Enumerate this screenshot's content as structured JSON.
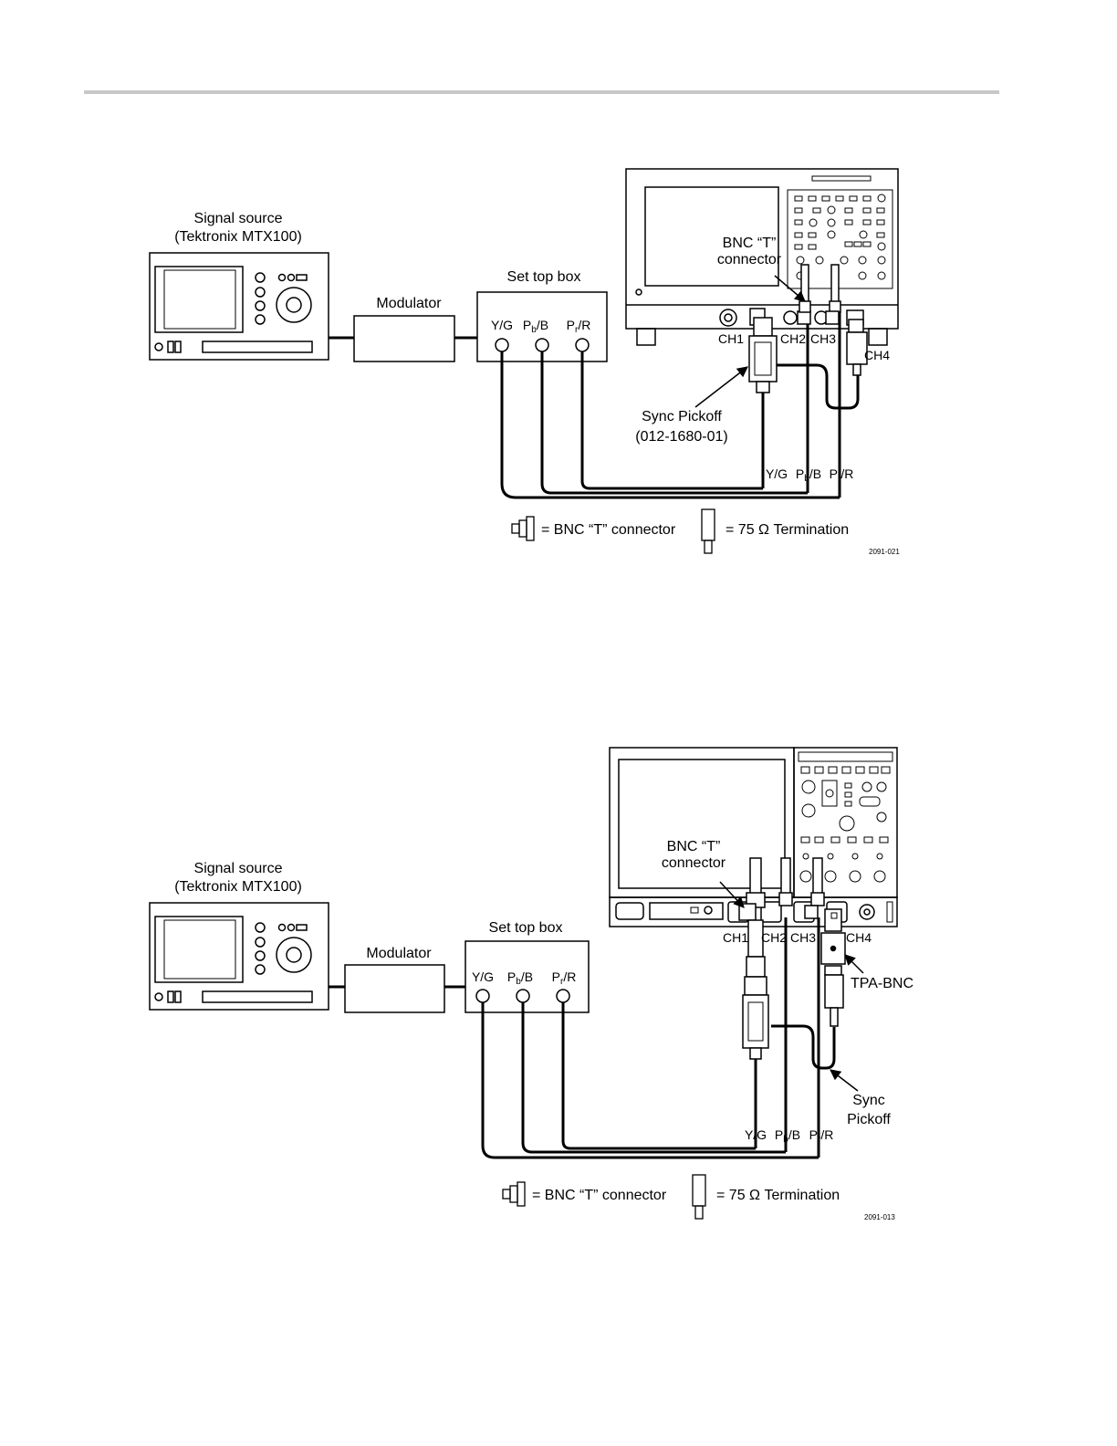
{
  "diagram1": {
    "signal_source_line1": "Signal source",
    "signal_source_line2": "(Tektronix MTX100)",
    "modulator": "Modulator",
    "set_top_box": "Set top box",
    "port_yg": "Y/G",
    "port_pb_main": "P",
    "port_pb_sub": "b",
    "port_pb_tail": "/B",
    "port_pr_main": "P",
    "port_pr_sub": "r",
    "port_pr_tail": "/R",
    "bnc_t_line1": "BNC “T”",
    "bnc_t_line2": "connector",
    "ch1": "CH1",
    "ch2": "CH2",
    "ch3": "CH3",
    "ch4": "CH4",
    "sync_pickoff_line1": "Sync Pickoff",
    "sync_pickoff_line2": "(012-1680-01)",
    "cable_yg": "Y/G",
    "cable_pb_main": "P",
    "cable_pb_sub": "b",
    "cable_pb_tail": "/B",
    "cable_pr_main": "P",
    "cable_pr_sub": "r",
    "cable_pr_tail": "/R",
    "legend_bnc": "= BNC “T” connector",
    "legend_term": "= 75 Ω Termination",
    "figure_id": "2091-021"
  },
  "diagram2": {
    "signal_source_line1": "Signal source",
    "signal_source_line2": "(Tektronix MTX100)",
    "modulator": "Modulator",
    "set_top_box": "Set top box",
    "port_yg": "Y/G",
    "port_pb_main": "P",
    "port_pb_sub": "b",
    "port_pb_tail": "/B",
    "port_pr_main": "P",
    "port_pr_sub": "r",
    "port_pr_tail": "/R",
    "bnc_t_line1": "BNC “T”",
    "bnc_t_line2": "connector",
    "ch1": "CH1",
    "ch2": "CH2",
    "ch3": "CH3",
    "ch4": "CH4",
    "tpa_bnc": "TPA-BNC",
    "sync_pickoff_line1": "Sync",
    "sync_pickoff_line2": "Pickoff",
    "cable_yg": "Y/G",
    "cable_pb_main": "P",
    "cable_pb_sub": "b",
    "cable_pb_tail": "/B",
    "cable_pr_main": "P",
    "cable_pr_sub": "r",
    "cable_pr_tail": "/R",
    "legend_bnc": "= BNC “T” connector",
    "legend_term": "= 75 Ω Termination",
    "figure_id": "2091-013"
  }
}
